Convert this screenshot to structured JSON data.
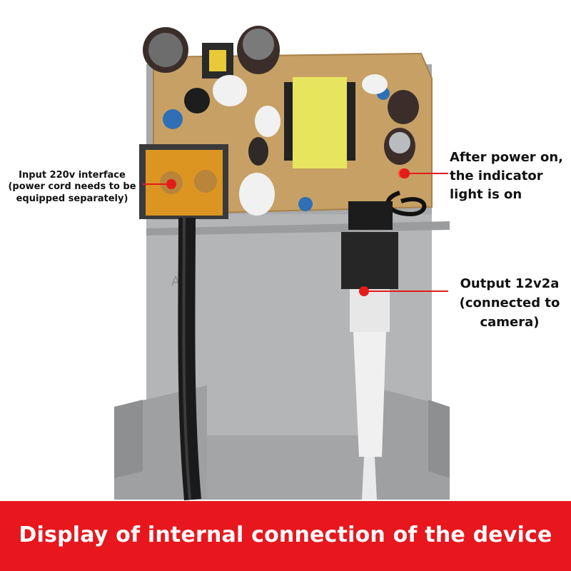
{
  "callouts": {
    "input": "Input 220v interface\n(power cord needs to be\nequipped separately)",
    "indicator": "After power on,\nthe indicator\nlight is on",
    "output": "Output 12v2a\n(connected to\ncamera)"
  },
  "banner": {
    "text": "Display of internal connection of the device",
    "color": "#e8161d"
  },
  "colors": {
    "housing": "#a9abad",
    "pcb": "#c9a26a",
    "terminal": "#f0a020",
    "transformer": "#e8e65a",
    "marker": "#e41b1b"
  }
}
